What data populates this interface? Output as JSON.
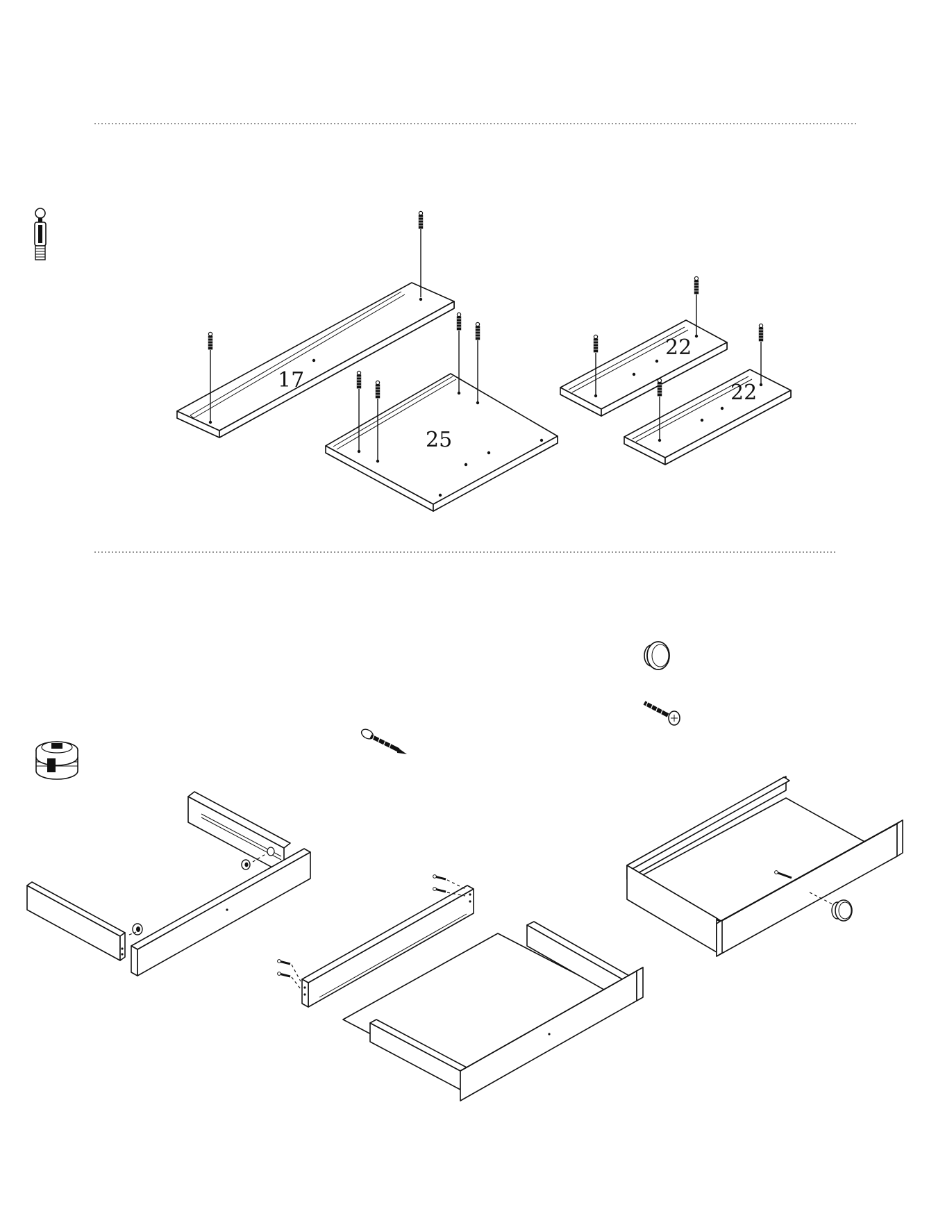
{
  "step_1": {
    "part_labels": [
      "17",
      "25",
      "22",
      "22"
    ],
    "hardware": "cam-bolt-icon"
  },
  "step_2": {
    "hardware": [
      "cam-lock-icon",
      "wood-screw-icon",
      "knob-icon",
      "knob-screw-icon"
    ]
  }
}
